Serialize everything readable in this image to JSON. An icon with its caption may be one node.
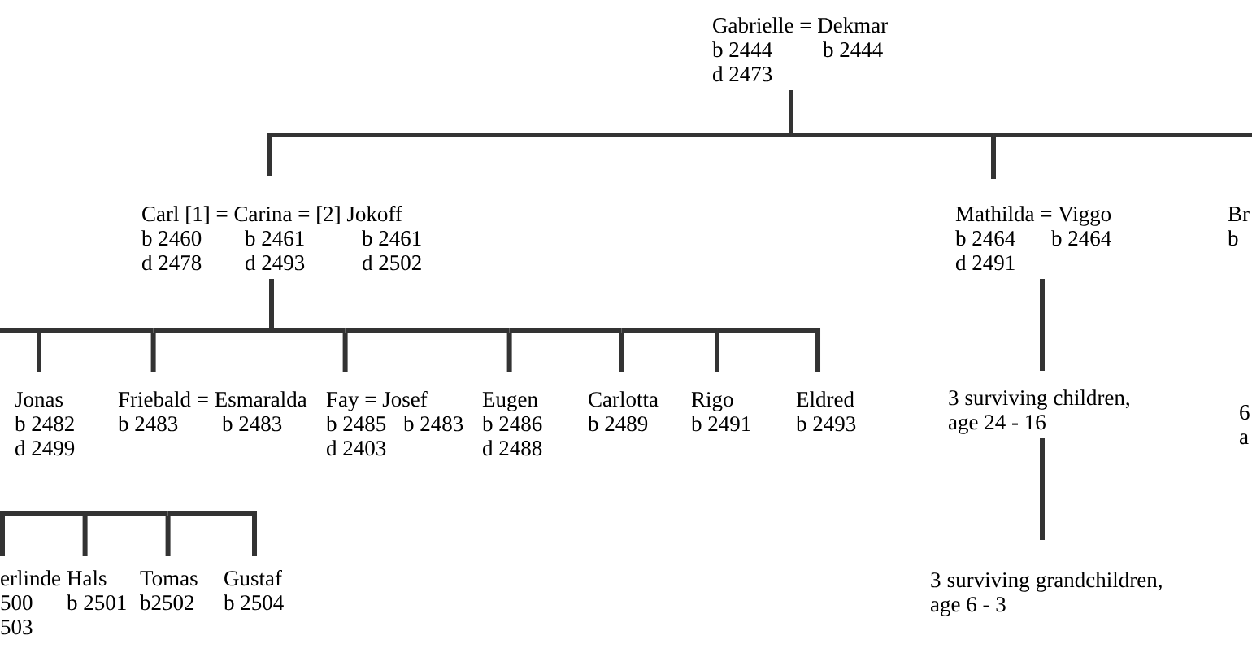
{
  "diagram": {
    "nodes": [
      {
        "text": [
          "Gabrielle = Dekmar",
          "b 2444",
          "b 2444",
          "d 2473"
        ]
      },
      {
        "text": [
          "Carl [1] = Carina = [2] Jokoff",
          "b 2460",
          "b 2461",
          "b 2461",
          "d 2478",
          "d 2493",
          "d 2502"
        ]
      },
      {
        "text": [
          "Mathilda = Viggo",
          "b 2464",
          "b 2464",
          "d 2491"
        ]
      },
      {
        "text": [
          "Br",
          "b"
        ]
      },
      {
        "text": [
          "Jonas",
          "b 2482",
          "d 2499"
        ]
      },
      {
        "text": [
          "Friebald = Esmaralda",
          "b 2483",
          "b 2483"
        ]
      },
      {
        "text": [
          "Fay = Josef",
          "b 2485",
          "b 2483",
          "d 2403"
        ]
      },
      {
        "text": [
          "Eugen",
          "b 2486",
          "d 2488"
        ]
      },
      {
        "text": [
          "Carlotta",
          "b 2489"
        ]
      },
      {
        "text": [
          "Rigo",
          "b 2491"
        ]
      },
      {
        "text": [
          "Eldred",
          "b 2493"
        ]
      },
      {
        "text": [
          "3 surviving children, age 24 - 16"
        ]
      },
      {
        "text": [
          "6 a"
        ]
      },
      {
        "text": [
          "erlinde",
          "500",
          "503"
        ]
      },
      {
        "text": [
          "Hals",
          "b 2501"
        ]
      },
      {
        "text": [
          "Tomas",
          "b2502"
        ]
      },
      {
        "text": [
          "Gustaf",
          "b 2504"
        ]
      },
      {
        "text": [
          "3 surviving grandchildren, age 6 - 3"
        ]
      }
    ],
    "edges": [
      {
        "from": 0,
        "to": 1,
        "arrow": "none"
      },
      {
        "from": 0,
        "to": 2,
        "arrow": "none"
      },
      {
        "from": 0,
        "to": null,
        "arrow": "none"
      },
      {
        "from": 1,
        "to": 4,
        "arrow": "none"
      },
      {
        "from": 1,
        "to": 5,
        "arrow": "none"
      },
      {
        "from": 1,
        "to": 6,
        "arrow": "none"
      },
      {
        "from": 1,
        "to": 7,
        "arrow": "none"
      },
      {
        "from": 1,
        "to": 8,
        "arrow": "none"
      },
      {
        "from": 1,
        "to": 9,
        "arrow": "none"
      },
      {
        "from": 1,
        "to": 10,
        "arrow": "none"
      },
      {
        "from": 1,
        "to": null,
        "arrow": "none"
      },
      {
        "from": 2,
        "to": 11,
        "arrow": "none"
      },
      {
        "from": 11,
        "to": 17,
        "arrow": "none"
      },
      {
        "from": null,
        "to": 13,
        "arrow": "none"
      },
      {
        "from": null,
        "to": 14,
        "arrow": "none"
      },
      {
        "from": null,
        "to": 15,
        "arrow": "none"
      },
      {
        "from": null,
        "to": 16,
        "arrow": "none"
      }
    ]
  }
}
